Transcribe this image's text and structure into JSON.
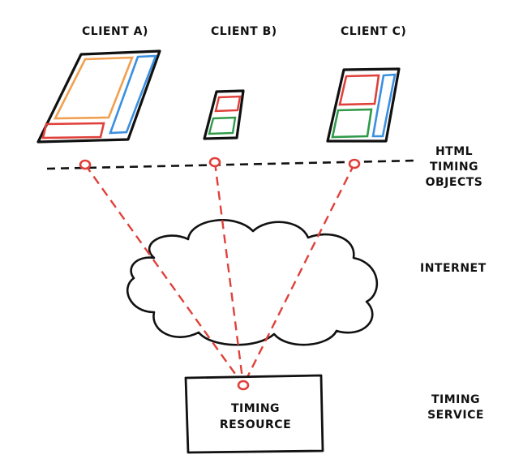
{
  "clients": [
    {
      "label": "CLIENT A)"
    },
    {
      "label": "CLIENT B)"
    },
    {
      "label": "CLIENT C)"
    }
  ],
  "layers": {
    "timing_objects": [
      "HTML",
      "TIMING",
      "OBJECTS"
    ],
    "internet": "INTERNET",
    "timing_service": [
      "TIMING",
      "SERVICE"
    ]
  },
  "resource": [
    "TIMING",
    "RESOURCE"
  ],
  "colors": {
    "ink": "#111111",
    "connection_red": "#e0403a",
    "panel_orange": "#f0a050",
    "panel_blue": "#3a8fe0",
    "panel_red": "#e0403a",
    "panel_green": "#2f9a4a"
  }
}
